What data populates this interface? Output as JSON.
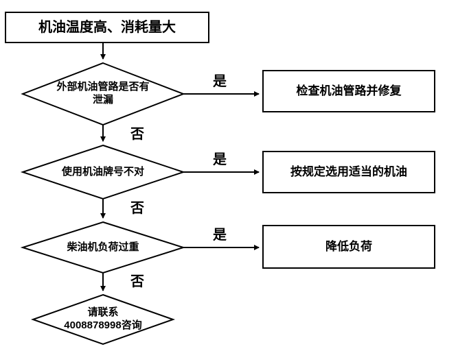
{
  "flowchart": {
    "title": "机油温度高、消耗量大",
    "yes_label": "是",
    "no_label": "否",
    "steps": [
      {
        "question_lines": [
          "外部机油管路是否有",
          "泄漏"
        ],
        "action": "检查机油管路并修复"
      },
      {
        "question": "使用机油牌号不对",
        "action": "按规定选用适当的机油"
      },
      {
        "question": "柴油机负荷过重",
        "action": "降低负荷"
      }
    ],
    "end": {
      "lines": [
        "请联系",
        "4008878998咨询"
      ]
    },
    "colors": {
      "stroke": "#000000",
      "fill": "#ffffff"
    }
  }
}
